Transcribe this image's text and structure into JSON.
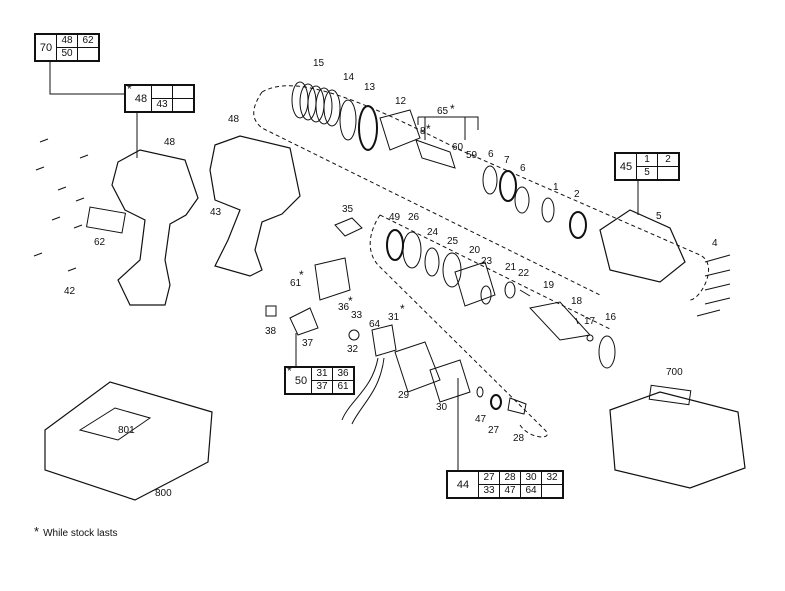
{
  "labels": {
    "p15": "15",
    "p14": "14",
    "p13": "13",
    "p12": "12",
    "p65": "65",
    "p8": "8",
    "p60": "60",
    "p59": "59",
    "p6a": "6",
    "p7": "7",
    "p6b": "6",
    "p1": "1",
    "p2": "2",
    "p5": "5",
    "p4": "4",
    "p48a": "48",
    "p48b": "48",
    "p43": "43",
    "p62": "62",
    "p42": "42",
    "p35": "35",
    "p49": "49",
    "p26": "26",
    "p24": "24",
    "p25": "25",
    "p20": "20",
    "p23": "23",
    "p21": "21",
    "p22": "22",
    "p19": "19",
    "p18": "18",
    "p17": "17",
    "p16": "16",
    "p61": "61",
    "p36": "36",
    "p38": "38",
    "p33": "33",
    "p64": "64",
    "p31": "31",
    "p32": "32",
    "p37": "37",
    "p29": "29",
    "p30": "30",
    "p47": "47",
    "p27": "27",
    "p28": "28",
    "p700": "700",
    "p801": "801",
    "p800": "800"
  },
  "kits": {
    "k70": {
      "main": "70",
      "r1": [
        "48",
        "62"
      ],
      "r2": [
        "50"
      ]
    },
    "k48": {
      "main": "48",
      "r1": [],
      "r2": [
        "43"
      ]
    },
    "k45": {
      "main": "45",
      "r1": [
        "1",
        "2"
      ],
      "r2": [
        "5"
      ]
    },
    "k50": {
      "main": "50",
      "r1": [
        "31",
        "36"
      ],
      "r2": [
        "37",
        "61"
      ]
    },
    "k44": {
      "main": "44",
      "r1": [
        "27",
        "28",
        "30",
        "32"
      ],
      "r2": [
        "33",
        "47",
        "64"
      ]
    }
  },
  "footnote": {
    "star": "*",
    "text": "While stock lasts"
  },
  "colors": {
    "ink": "#111111"
  }
}
